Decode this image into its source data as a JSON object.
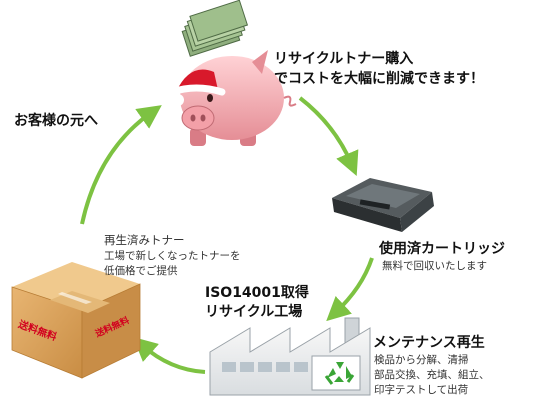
{
  "steps": {
    "purchase": {
      "line1": "リサイクルトナー購入",
      "line2": "でコストを大幅に削減できます！"
    },
    "used_cartridge": {
      "title": "使用済カートリッジ",
      "desc": "無料で回収いたします"
    },
    "maintenance": {
      "title": "メンテナンス再生",
      "desc_line1": "検品から分解、清掃",
      "desc_line2": "部品交換、充填、組立、",
      "desc_line3": "印字テストして出荷"
    },
    "factory": {
      "line1": "ISO14001取得",
      "line2": "リサイクル工場"
    },
    "recycled_toner": {
      "title": "再生済みトナー",
      "desc_line1": "工場で新しくなったトナーを",
      "desc_line2": "低価格でご提供"
    },
    "to_customer": {
      "title": "お客様の元へ"
    }
  },
  "box_labels": {
    "front": "送料無料",
    "side": "送料無料"
  },
  "colors": {
    "arrow": "#7dc242",
    "pig": "#f2a9ae",
    "box": "#d9a35f",
    "box_label": "#d2001f",
    "recycle": "#3aa536"
  },
  "icons": [
    "piggy-bank-icon",
    "toner-cartridge-icon",
    "factory-icon",
    "recycle-icon",
    "cardboard-box-icon"
  ]
}
